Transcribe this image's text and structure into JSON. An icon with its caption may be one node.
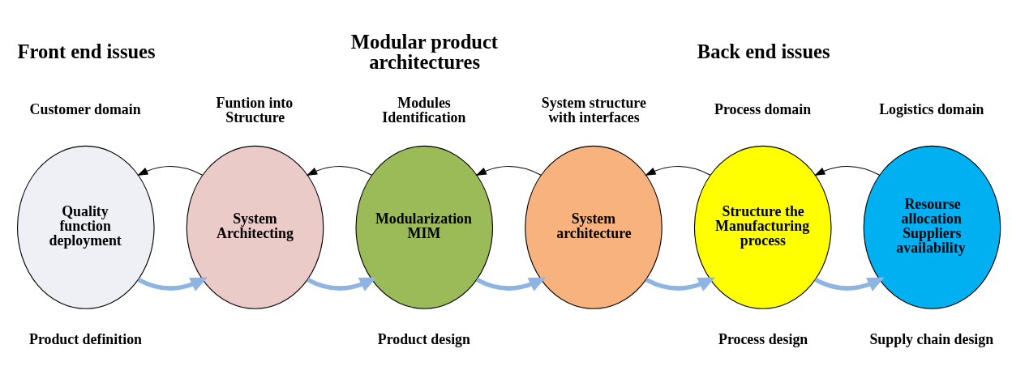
{
  "diagram": {
    "nodes": [
      {
        "text": [
          "Quality function deployment"
        ],
        "beside": [
          "Customer domain"
        ]
      },
      {
        "text": [
          "System Architecting"
        ],
        "beside": [
          "Funtion into Structure"
        ]
      },
      {
        "text": [
          "Modularization MIM"
        ],
        "beside": [
          "Modules Identification"
        ]
      },
      {
        "text": [
          "System architecture"
        ],
        "beside": [
          "System structure with interfaces"
        ]
      },
      {
        "text": [
          "Structure the Manufacturing process"
        ],
        "beside": [
          "Process domain"
        ]
      },
      {
        "text": [
          "Resourse allocation Suppliers availability"
        ],
        "beside": [
          "Logistics domain"
        ]
      }
    ],
    "edges": [
      {
        "from": 0,
        "to": 1,
        "arrow": "to",
        "style": "thick",
        "color": "#8eb4e3"
      },
      {
        "from": 1,
        "to": 0,
        "arrow": "to",
        "color": "#000000"
      },
      {
        "from": 1,
        "to": 2,
        "arrow": "to",
        "style": "thick",
        "color": "#8eb4e3"
      },
      {
        "from": 2,
        "to": 1,
        "arrow": "to",
        "color": "#000000"
      },
      {
        "from": 2,
        "to": 3,
        "arrow": "to",
        "style": "thick",
        "color": "#8eb4e3"
      },
      {
        "from": 3,
        "to": 2,
        "arrow": "to",
        "color": "#000000"
      },
      {
        "from": 3,
        "to": 4,
        "arrow": "to",
        "style": "thick",
        "color": "#8eb4e3"
      },
      {
        "from": 4,
        "to": 3,
        "arrow": "to",
        "color": "#000000"
      },
      {
        "from": 4,
        "to": 5,
        "arrow": "to",
        "style": "thick",
        "color": "#8eb4e3"
      },
      {
        "from": 5,
        "to": 4,
        "arrow": "to",
        "color": "#000000"
      }
    ],
    "labels": [
      "Front end issues",
      "Modular product architectures",
      "Back end issues",
      "Product definition",
      "Product design",
      "Process design",
      "Supply chain design"
    ]
  }
}
